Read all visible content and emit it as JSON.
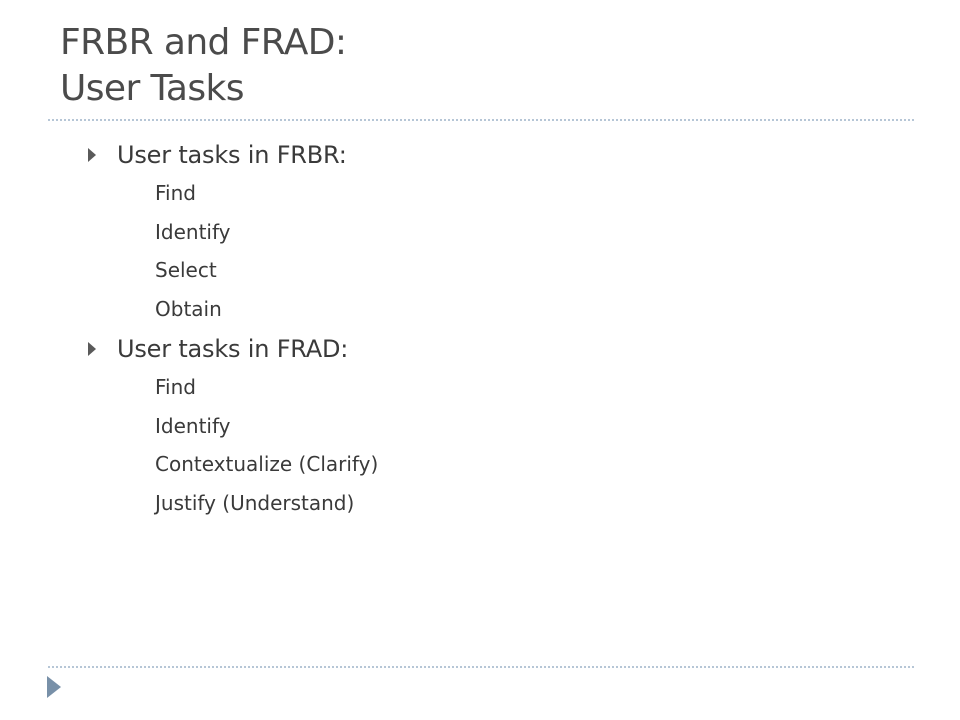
{
  "slide": {
    "title_line1": "FRBR and FRAD:",
    "title_line2": "User Tasks",
    "sections": [
      {
        "heading": "User tasks in FRBR:",
        "items": [
          "Find",
          "Identify",
          "Select",
          "Obtain"
        ]
      },
      {
        "heading": "User tasks in FRAD:",
        "items": [
          "Find",
          "Identify",
          "Contextualize (Clarify)",
          "Justify (Understand)"
        ]
      }
    ]
  },
  "colors": {
    "title": "#4b4b4b",
    "body_text": "#3a3a3a",
    "rule": "#b6c6d6",
    "footer_marker": "#7890a8"
  },
  "icons": {
    "bullet": "triangle-right-icon",
    "footer": "triangle-right-icon"
  }
}
